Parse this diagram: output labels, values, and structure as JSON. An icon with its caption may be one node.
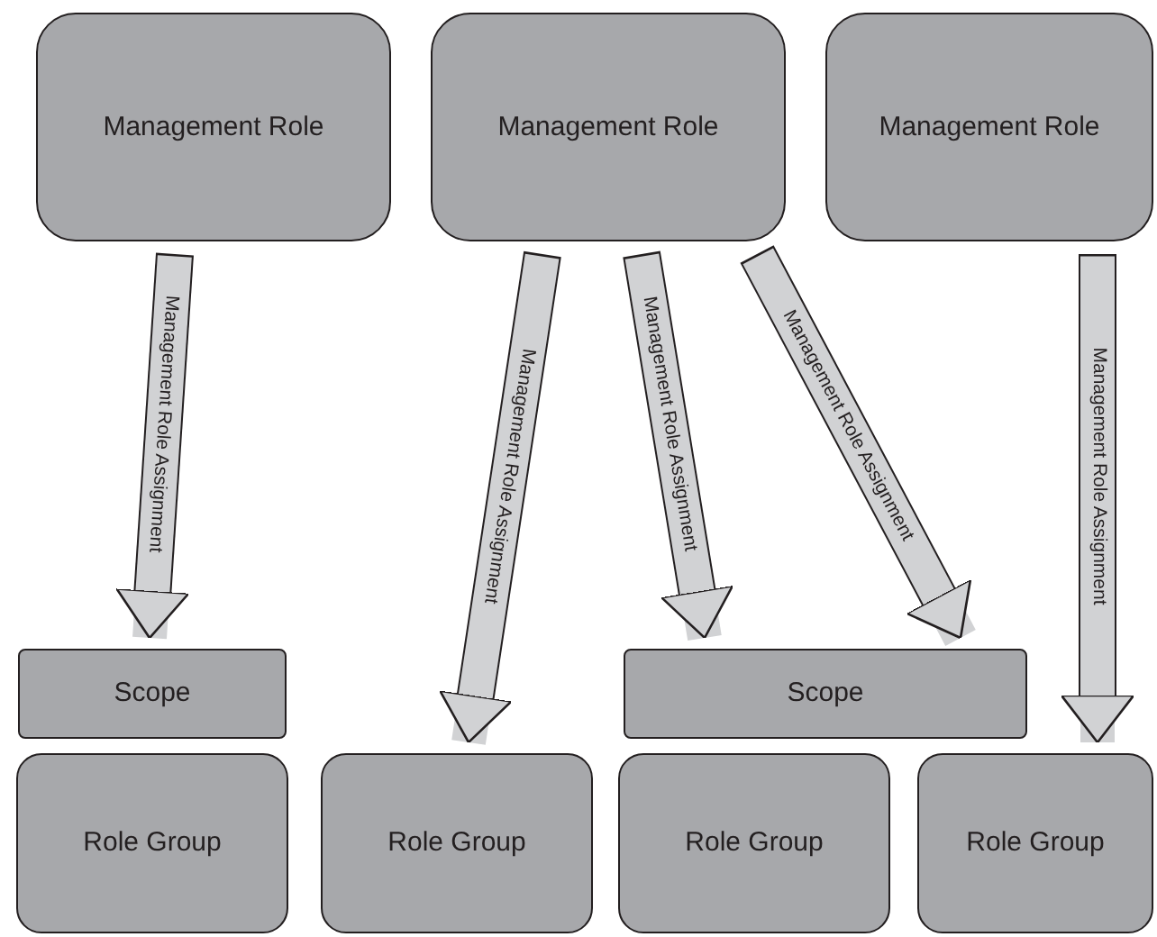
{
  "diagram": {
    "nodes": [
      {
        "text": [
          "Management Role"
        ]
      },
      {
        "text": [
          "Management Role"
        ]
      },
      {
        "text": [
          "Management Role"
        ]
      },
      {
        "text": [
          "Scope"
        ]
      },
      {
        "text": [
          "Scope"
        ]
      },
      {
        "text": [
          "Role Group"
        ]
      },
      {
        "text": [
          "Role Group"
        ]
      },
      {
        "text": [
          "Role Group"
        ]
      },
      {
        "text": [
          "Role Group"
        ]
      }
    ],
    "edges": [
      {
        "from": 0,
        "to": 3,
        "arrow": "to",
        "label": "Management Role Assignment"
      },
      {
        "from": 1,
        "to": 6,
        "arrow": "to",
        "label": "Management Role Assignment"
      },
      {
        "from": 1,
        "to": 4,
        "arrow": "to",
        "label": "Management Role Assignment"
      },
      {
        "from": 1,
        "to": 4,
        "arrow": "to",
        "label": "Management Role Assignment"
      },
      {
        "from": 2,
        "to": 8,
        "arrow": "to",
        "label": "Management Role Assignment"
      }
    ]
  }
}
